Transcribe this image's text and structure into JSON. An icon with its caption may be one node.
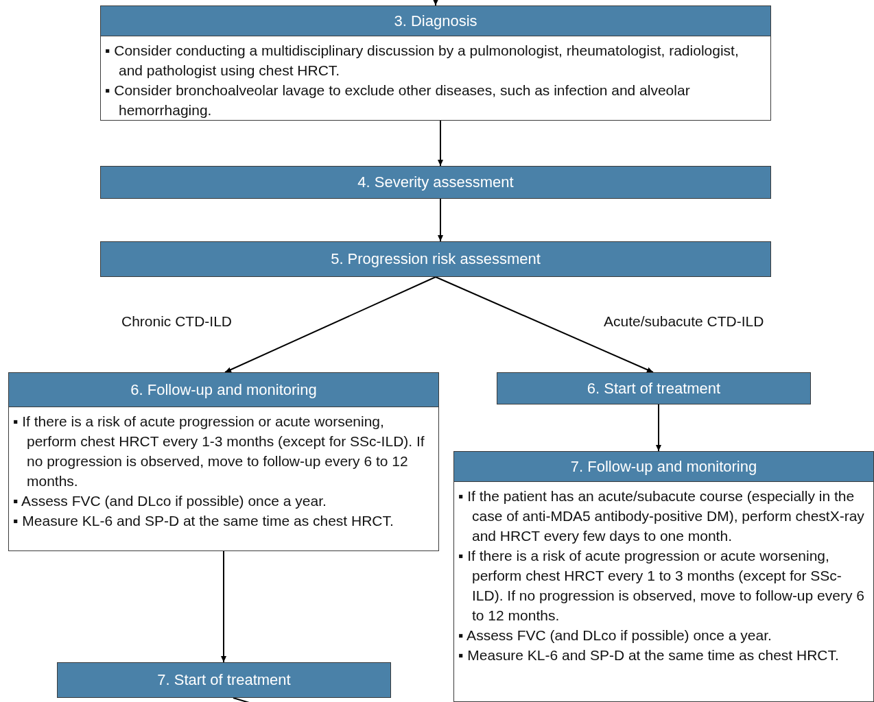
{
  "diagram": {
    "nodes": [
      {
        "text": [
          "3. Diagnosis",
          "▪ Consider conducting a multidisciplinary discussion by a pulmonologist, rheumatologist, radiologist, and pathologist using chest HRCT.",
          "▪ Consider bronchoalveolar lavage to exclude other diseases, such as infection and alveolar hemorrhaging."
        ]
      },
      {
        "text": [
          "4. Severity assessment"
        ]
      },
      {
        "text": [
          "5. Progression risk assessment"
        ]
      },
      {
        "text": [
          "6. Follow-up and monitoring",
          "▪ If there is a risk of acute progression or acute worsening, perform chest HRCT every 1-3 months (except for SSc-ILD). If no progression is observed, move to follow-up every 6 to 12 months.",
          "▪ Assess FVC (and DLco if possible) once a year.",
          "▪ Measure KL-6 and SP-D at the same time as chest HRCT."
        ]
      },
      {
        "text": [
          "6. Start of treatment"
        ]
      },
      {
        "text": [
          "7. Follow-up and monitoring",
          "▪ If the patient has an acute/subacute course (especially in the case of anti-MDA5 antibody-positive DM), perform chestX-ray and HRCT every few days to one month.",
          "▪ If there is a risk of acute progression or acute worsening, perform chest HRCT every 1 to 3 months (except for SSc-ILD). If no progression is observed, move to follow-up every 6 to 12 months.",
          "▪ Assess FVC (and DLco if possible) once a year.",
          "▪ Measure KL-6 and SP-D at the same time as chest HRCT."
        ]
      },
      {
        "text": [
          "7. Start of treatment"
        ]
      }
    ],
    "edges": [
      {
        "from": null,
        "to": 0,
        "arrow": "to"
      },
      {
        "from": 0,
        "to": 1,
        "arrow": "to"
      },
      {
        "from": 1,
        "to": 2,
        "arrow": "to"
      },
      {
        "from": 2,
        "to": 3,
        "arrow": "to",
        "label": "Chronic CTD-ILD"
      },
      {
        "from": 2,
        "to": 4,
        "arrow": "to",
        "label": "Acute/subacute CTD-ILD"
      },
      {
        "from": 3,
        "to": 6,
        "arrow": "to"
      },
      {
        "from": 4,
        "to": 5,
        "arrow": "to"
      },
      {
        "from": 6,
        "to": null,
        "arrow": "none"
      }
    ]
  }
}
